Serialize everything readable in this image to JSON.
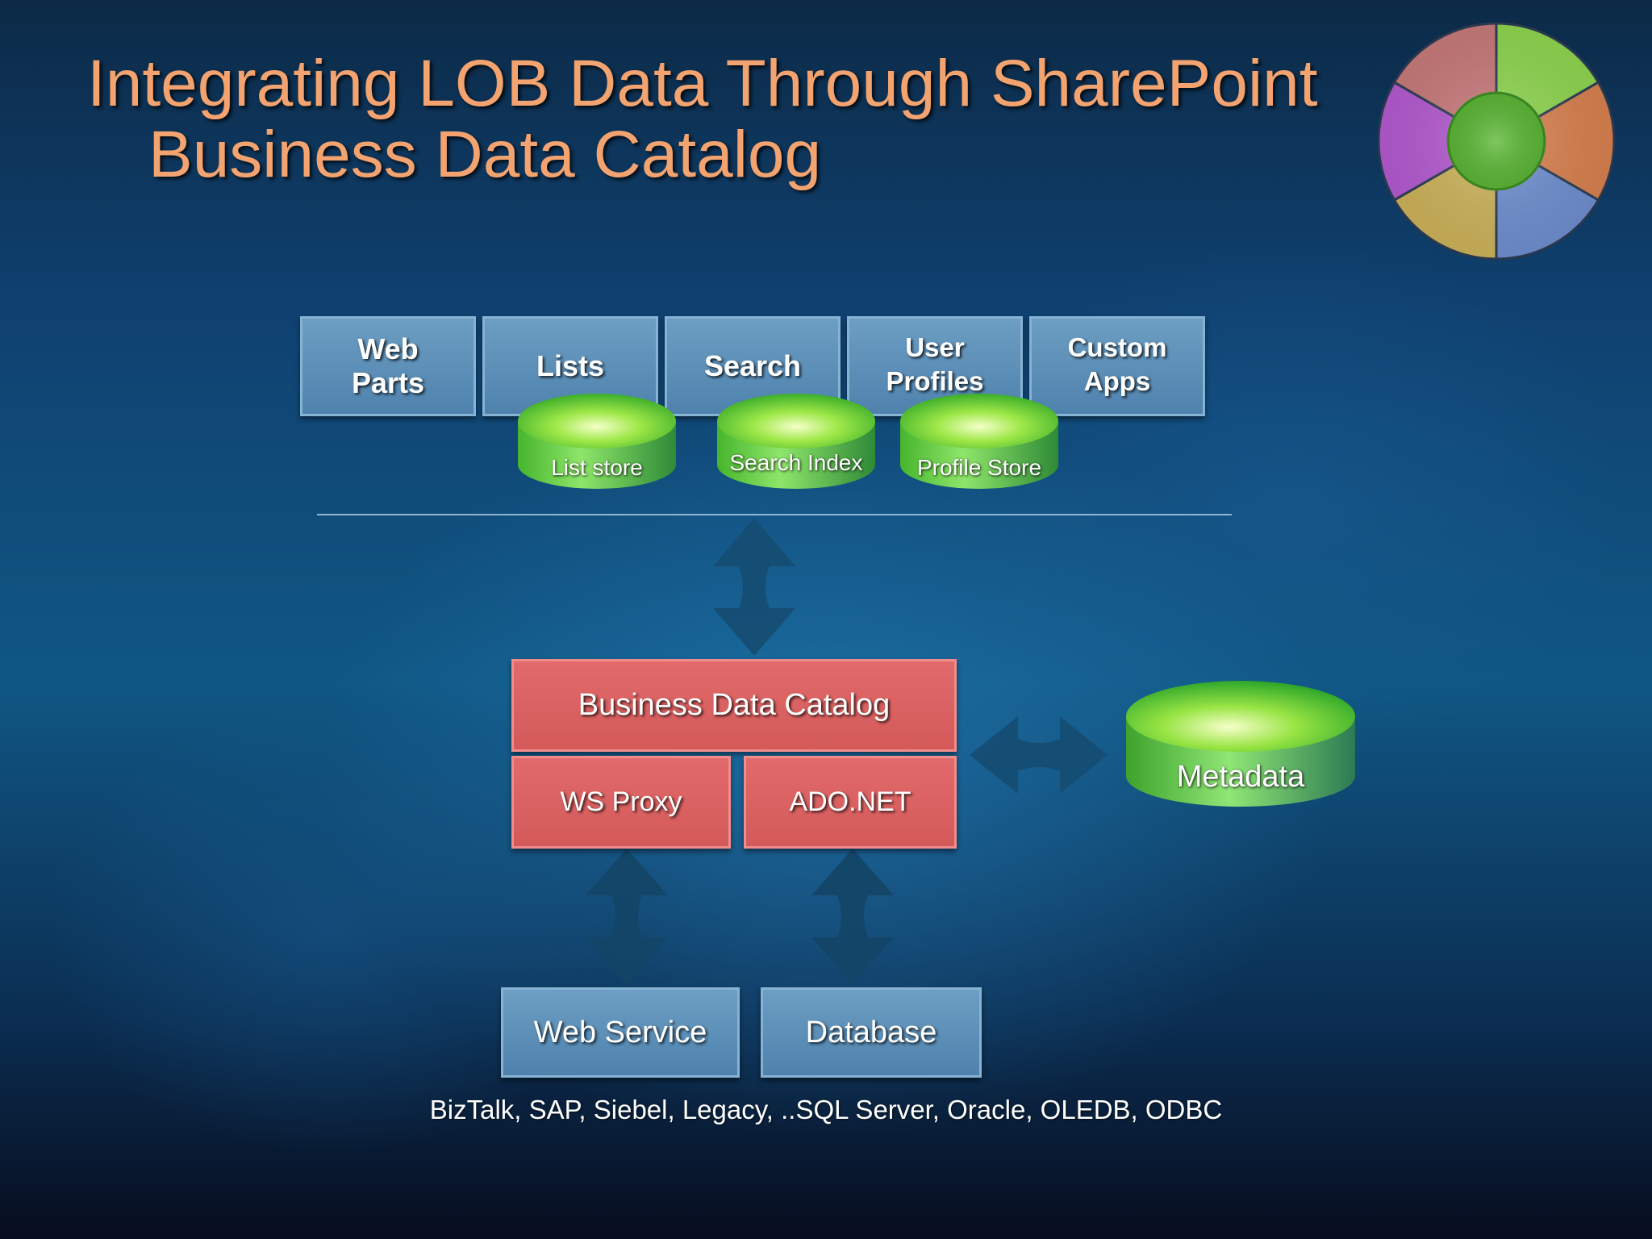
{
  "slide": {
    "title_line1": "Integrating LOB Data Through SharePoint",
    "title_line2": "Business Data Catalog"
  },
  "sharepoint_services": [
    {
      "label": "Web\nParts"
    },
    {
      "label": "Lists"
    },
    {
      "label": "Search"
    },
    {
      "label": "User\nProfiles"
    },
    {
      "label": "Custom\nApps"
    }
  ],
  "stores": [
    {
      "label": "List store"
    },
    {
      "label": "Search Index"
    },
    {
      "label": "Profile Store"
    }
  ],
  "bdc": {
    "catalog_label": "Business Data Catalog",
    "ws_proxy_label": "WS Proxy",
    "adonet_label": "ADO.NET",
    "metadata_label": "Metadata"
  },
  "backends": {
    "web_service_label": "Web Service",
    "database_label": "Database"
  },
  "footer": {
    "text": "BizTalk, SAP, Siebel, Legacy, ..SQL Server, Oracle, OLEDB, ODBC"
  },
  "colors": {
    "title": "#f3a36f",
    "blue_box": "#5b8fba",
    "red_box": "#dc6363",
    "cylinder_green": "#5bd23a"
  },
  "logo_segments": [
    "#8fd650",
    "#d9814f",
    "#6f8fd0",
    "#cdb35a",
    "#b45ad0",
    "#c87a7a"
  ]
}
